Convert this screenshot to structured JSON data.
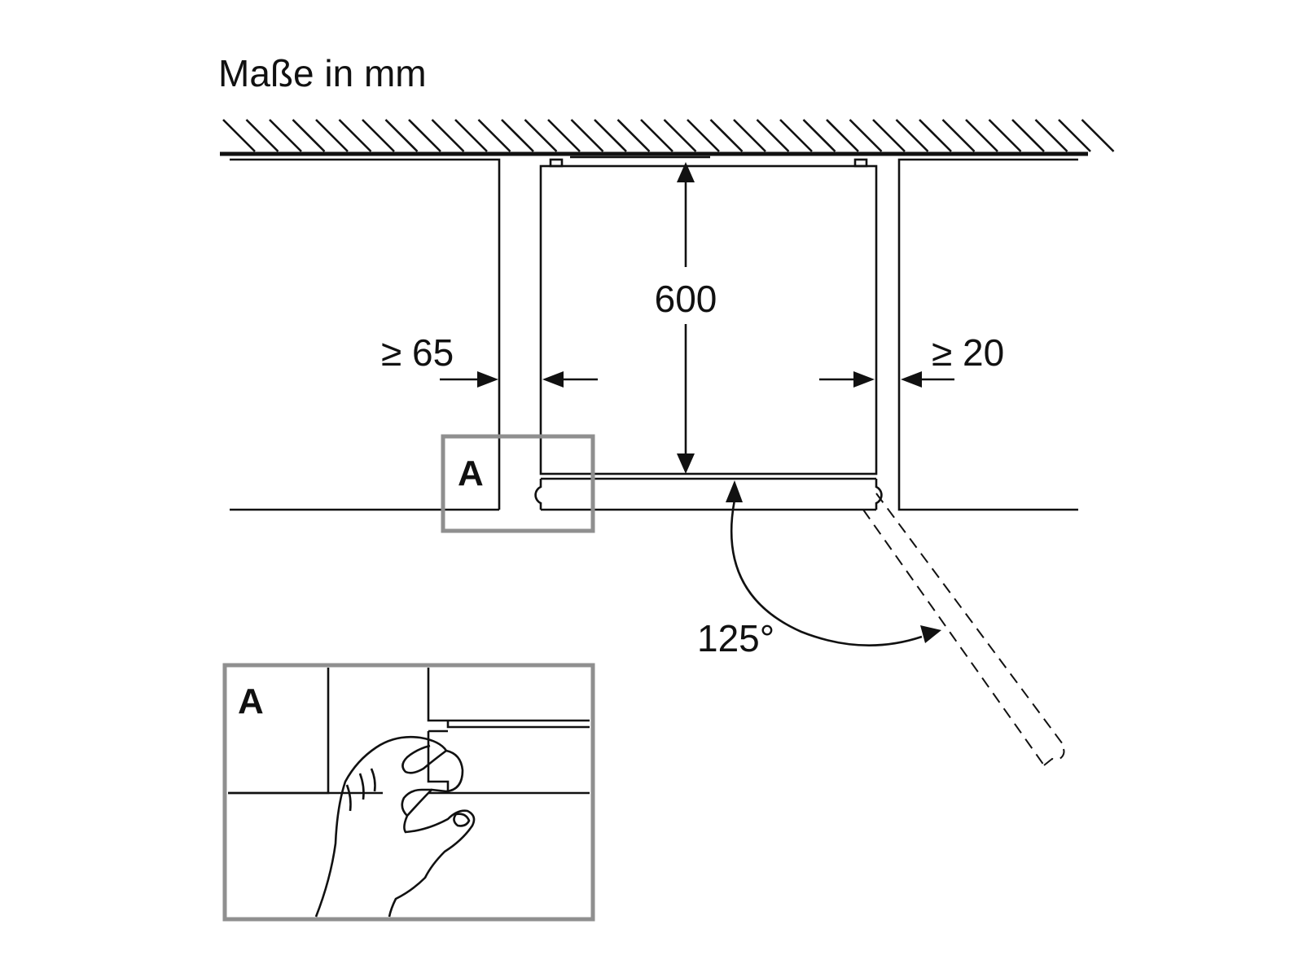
{
  "title": "Maße in mm",
  "dimensions": {
    "depth": "600",
    "left_gap": "≥ 65",
    "right_gap": "≥ 20",
    "door_angle": "125°"
  },
  "markers": {
    "callout": "A",
    "detail": "A"
  },
  "colors": {
    "line": "#111111",
    "detail_frame": "#8f8f8f",
    "background": "#ffffff"
  }
}
